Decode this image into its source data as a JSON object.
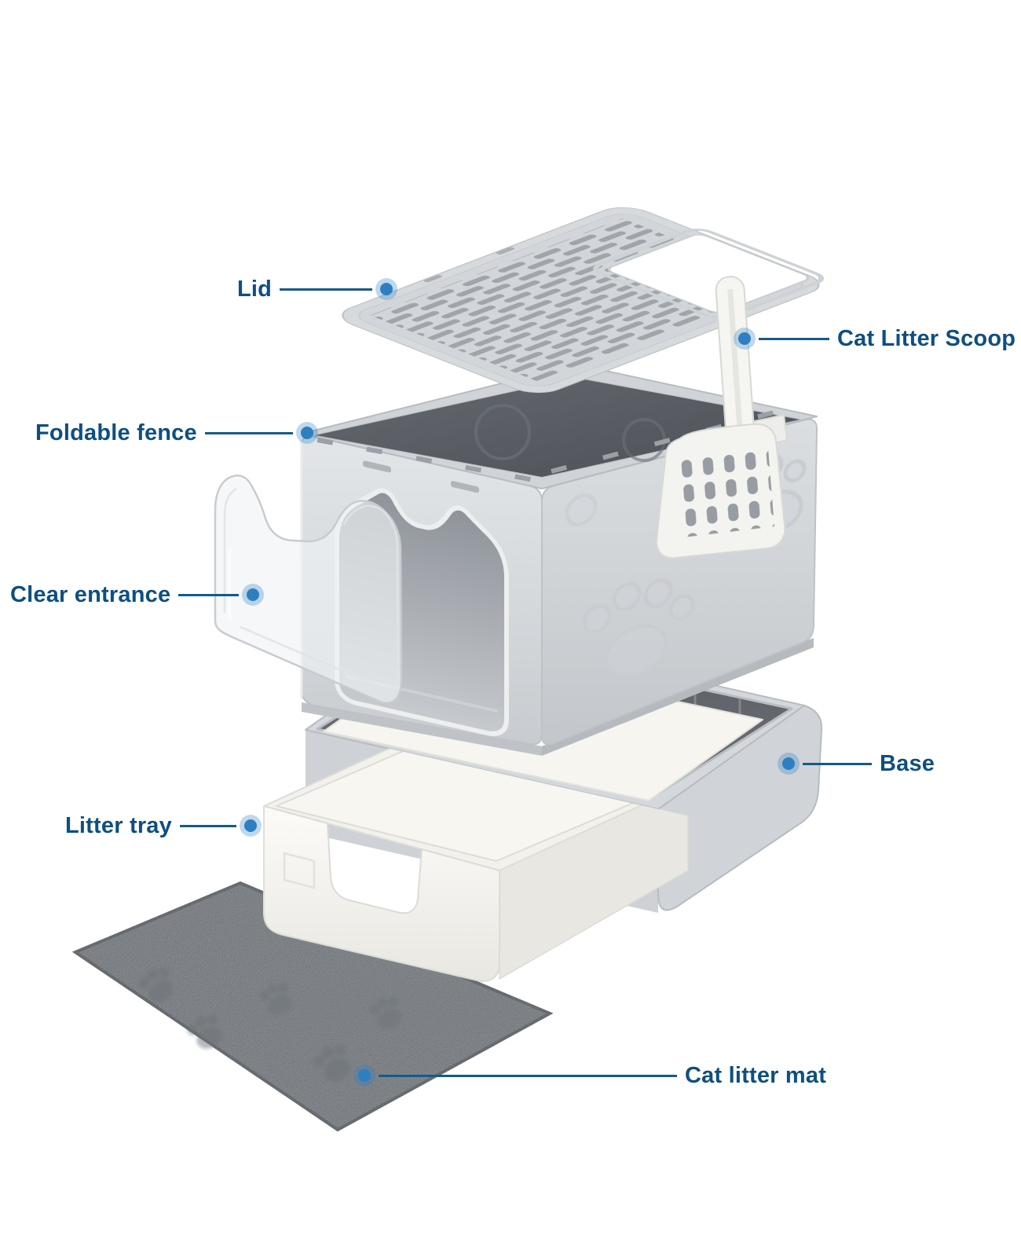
{
  "callouts": {
    "lid": {
      "label": "Lid"
    },
    "scoop": {
      "label": "Cat Litter Scoop"
    },
    "fence": {
      "label": "Foldable fence"
    },
    "entrance": {
      "label": "Clear entrance"
    },
    "base": {
      "label": "Base"
    },
    "tray": {
      "label": "Litter tray"
    },
    "mat": {
      "label": "Cat litter mat"
    }
  },
  "style": {
    "label_color": "#0e4f80",
    "line_color": "#155a8a",
    "dot_color": "#2d7fc0",
    "background": "#ffffff"
  }
}
